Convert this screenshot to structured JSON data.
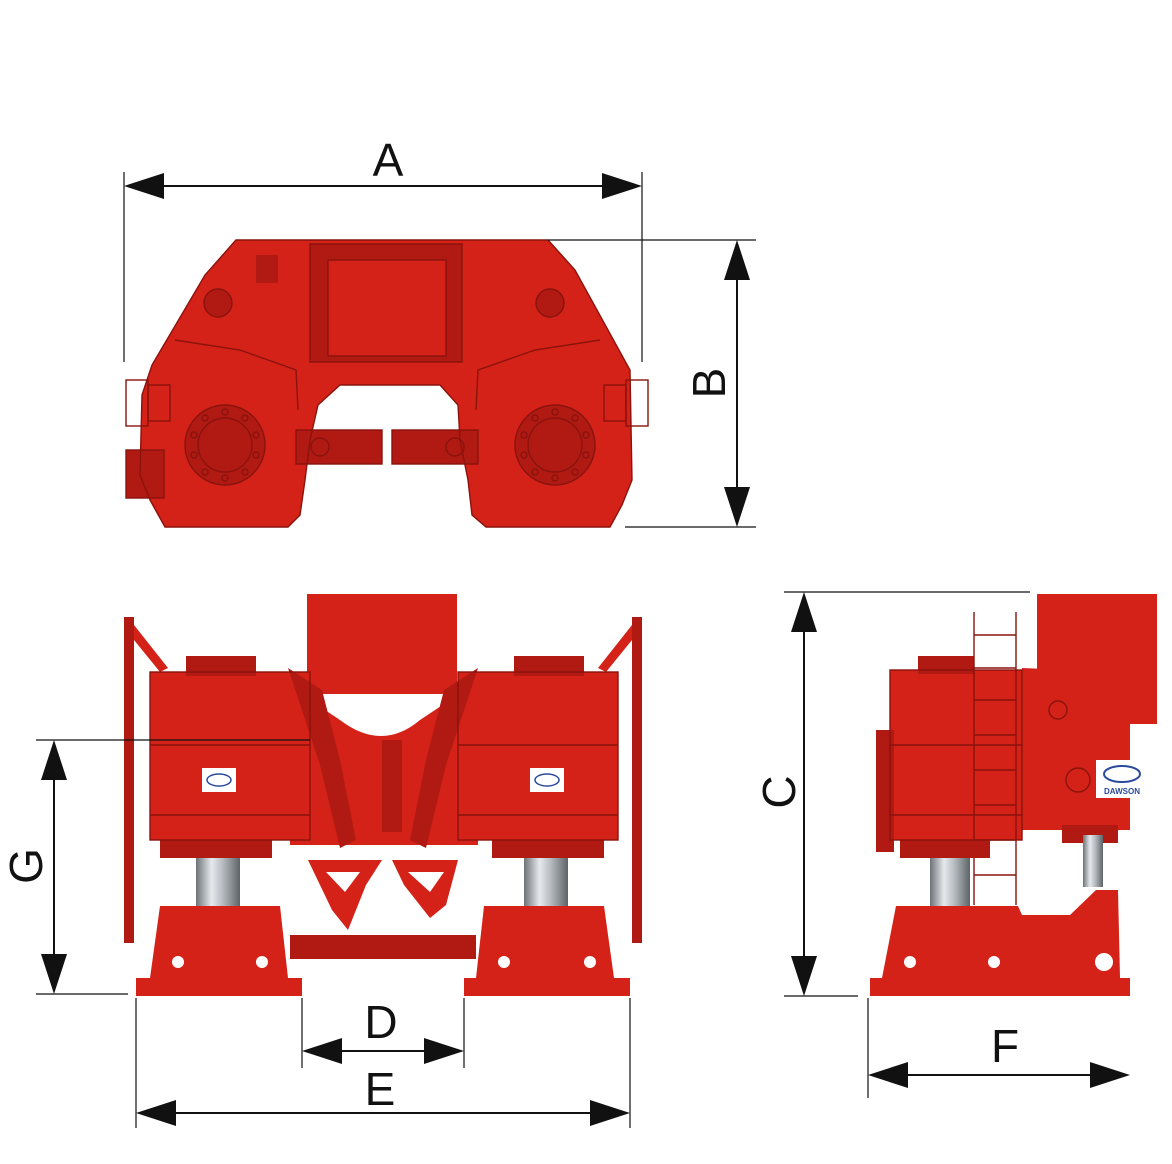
{
  "diagram": {
    "views": [
      "top-view",
      "front-view",
      "side-view"
    ],
    "colors": {
      "machine": "#d42218",
      "machine_dark": "#b01a12",
      "dimension": "#111111",
      "cylinder": "#9aa0a6"
    },
    "dimensions": {
      "A": "A",
      "B": "B",
      "C": "C",
      "D": "D",
      "E": "E",
      "F": "F",
      "G": "G"
    },
    "logo_text": "DAWSON"
  }
}
